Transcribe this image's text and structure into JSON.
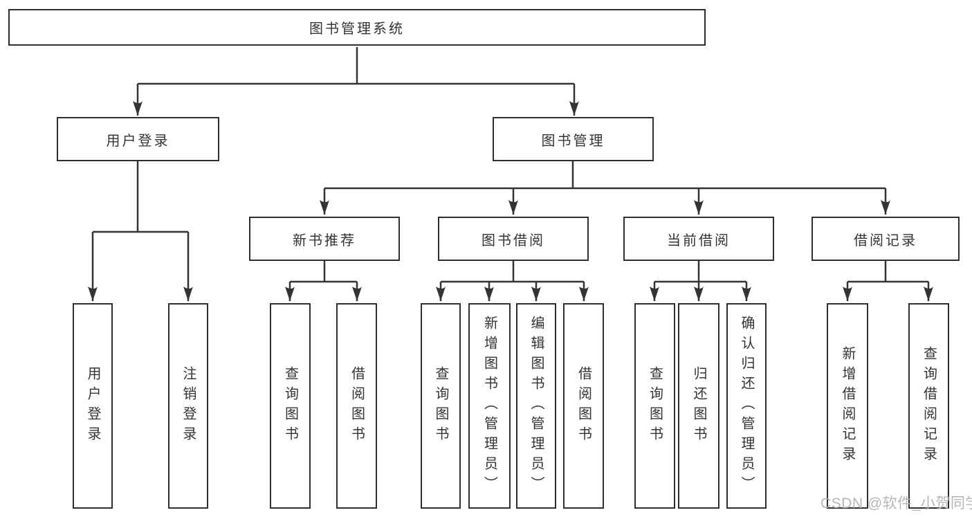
{
  "colors": {
    "line": "#333333",
    "box_border": "#2e2e2e",
    "text": "#333333",
    "watermark": "#b3b3b3",
    "background": "#ffffff"
  },
  "root": {
    "label": "图书管理系统"
  },
  "branches": [
    {
      "label": "用户登录",
      "children": [
        {
          "label": "用户登录"
        },
        {
          "label": "注销登录"
        }
      ]
    },
    {
      "label": "图书管理",
      "children": [
        {
          "label": "新书推荐",
          "children": [
            {
              "label": "查询图书"
            },
            {
              "label": "借阅图书"
            }
          ]
        },
        {
          "label": "图书借阅",
          "children": [
            {
              "label": "查询图书"
            },
            {
              "label": "新增图书（管理员）"
            },
            {
              "label": "编辑图书（管理员）"
            },
            {
              "label": "借阅图书"
            }
          ]
        },
        {
          "label": "当前借阅",
          "children": [
            {
              "label": "查询图书"
            },
            {
              "label": "归还图书"
            },
            {
              "label": "确认归还（管理员）"
            }
          ]
        },
        {
          "label": "借阅记录",
          "children": [
            {
              "label": "新增借阅记录"
            },
            {
              "label": "查询借阅记录"
            }
          ]
        }
      ]
    }
  ],
  "watermark": {
    "text": "CSDN @软件_小贺同学"
  }
}
